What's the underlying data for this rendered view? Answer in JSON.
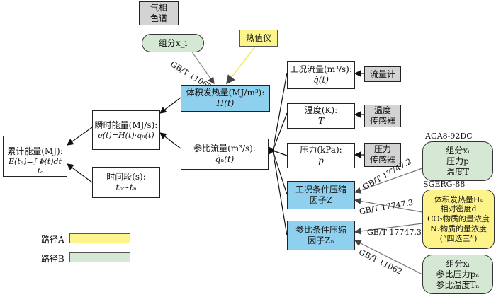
{
  "gas_chromatograph": [
    "气相",
    "色谱"
  ],
  "component_top": "组分x_i",
  "heat_meter": "热值仪",
  "std_gbt11062": "GB/T 11062",
  "volume_heat": [
    "体积发热量(MJ/m³):",
    "H(t)"
  ],
  "instant_energy": [
    "瞬时能量(MJ/s):",
    "e(t)=H(t)·q̇ₙ(t)"
  ],
  "cumulative": [
    "累计能量(MJ):",
    "E(tₙ)=∫ e(t)dt"
  ],
  "integral_limits": {
    "upper": "tₙ",
    "lower": "tₒ"
  },
  "ref_flow": [
    "参比流量(m³/s):",
    "q̇ₙ(t)"
  ],
  "time_period": [
    "时间段(s):",
    "tₒ~tₙ"
  ],
  "work_flow": [
    "工况流量(m³/s):",
    "q̇(t)"
  ],
  "flowmeter": "流量计",
  "temperature": [
    "温度(K):",
    "T"
  ],
  "temp_sensor": [
    "温度",
    "传感器"
  ],
  "pressure": [
    "压力(kPa):",
    "p"
  ],
  "press_sensor": [
    "压力",
    "传感器"
  ],
  "z_work": [
    "工况条件压缩",
    "因子Z"
  ],
  "z_ref": [
    "参比条件压缩",
    "因子Zₙ"
  ],
  "aga": "AGA8-92DC",
  "sgerg": "SGERG-88",
  "std_gbt17747_2": "GB/T 17747.2",
  "std_gbt17747_3a": "GB/T 17747.3",
  "std_gbt17747_3b": "GB/T 17747.3",
  "std_gbt11062_b": "GB/T 11062",
  "green_top": [
    "组分xᵢ",
    "压力p",
    "温度T"
  ],
  "yellow_mid": [
    "体积发热量Hₛ",
    "相对密度d",
    "CO₂物质的量浓度",
    "N₂物质的量浓度",
    "(“四选三”)"
  ],
  "green_bottom": [
    "组分xᵢ",
    "参比压力pₙ",
    "参比温度Tₙ"
  ],
  "legend": [
    {
      "label": "路径A",
      "color": "#fbf58c"
    },
    {
      "label": "路径B",
      "color": "#d5e8d4"
    }
  ],
  "colors": {
    "blue": "#8fd0ef",
    "yellow": "#fbf58c",
    "green": "#d5e8d4",
    "gray": "#d3d3d3",
    "path_a_line": "#f3e76a"
  }
}
